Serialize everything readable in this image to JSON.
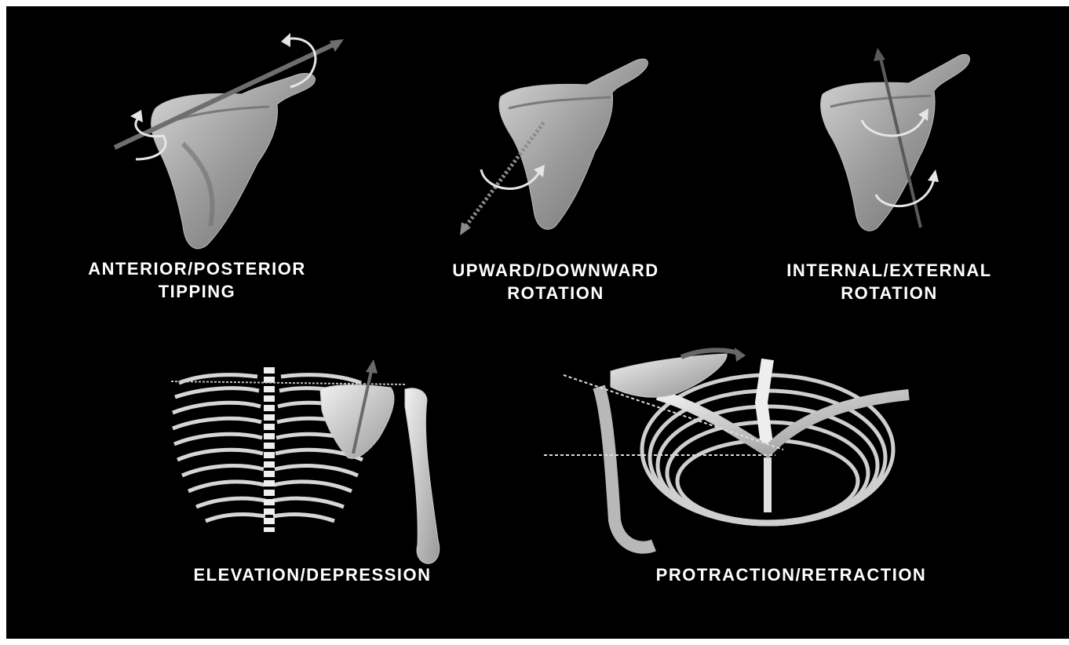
{
  "figure": {
    "background_color": "#000000",
    "label_color": "#ffffff",
    "panels": [
      {
        "id": "anterior-posterior-tipping",
        "lines": [
          "ANTERIOR/POSTERIOR",
          "TIPPING"
        ]
      },
      {
        "id": "upward-downward-rotation",
        "lines": [
          "UPWARD/DOWNWARD",
          "ROTATION"
        ]
      },
      {
        "id": "internal-external-rotation",
        "lines": [
          "INTERNAL/EXTERNAL",
          "ROTATION"
        ]
      },
      {
        "id": "elevation-depression",
        "lines": [
          "ELEVATION/DEPRESSION"
        ]
      },
      {
        "id": "protraction-retraction",
        "lines": [
          "PROTRACTION/RETRACTION"
        ]
      }
    ]
  }
}
